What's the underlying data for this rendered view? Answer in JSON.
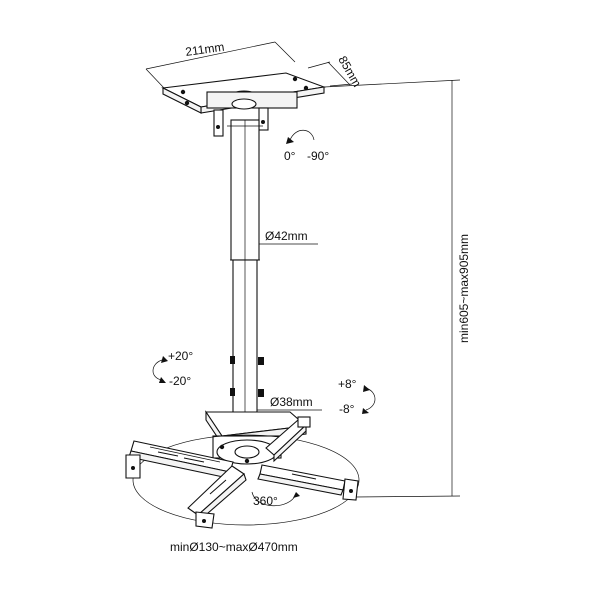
{
  "diagram": {
    "dimensions": {
      "plate_width": "211mm",
      "plate_depth": "85mm",
      "pole_diameter": "Ø42mm",
      "inner_pole_diameter": "Ø38mm",
      "height_range": "min605~max905mm",
      "arm_span": "minØ130~maxØ470mm"
    },
    "rotations": {
      "ceiling_swivel_a": "0°",
      "ceiling_swivel_b": "-90°",
      "tilt_up": "+20°",
      "tilt_down": "-20°",
      "roll_plus": "+8°",
      "roll_minus": "-8°",
      "full_rotation": "360°"
    }
  }
}
